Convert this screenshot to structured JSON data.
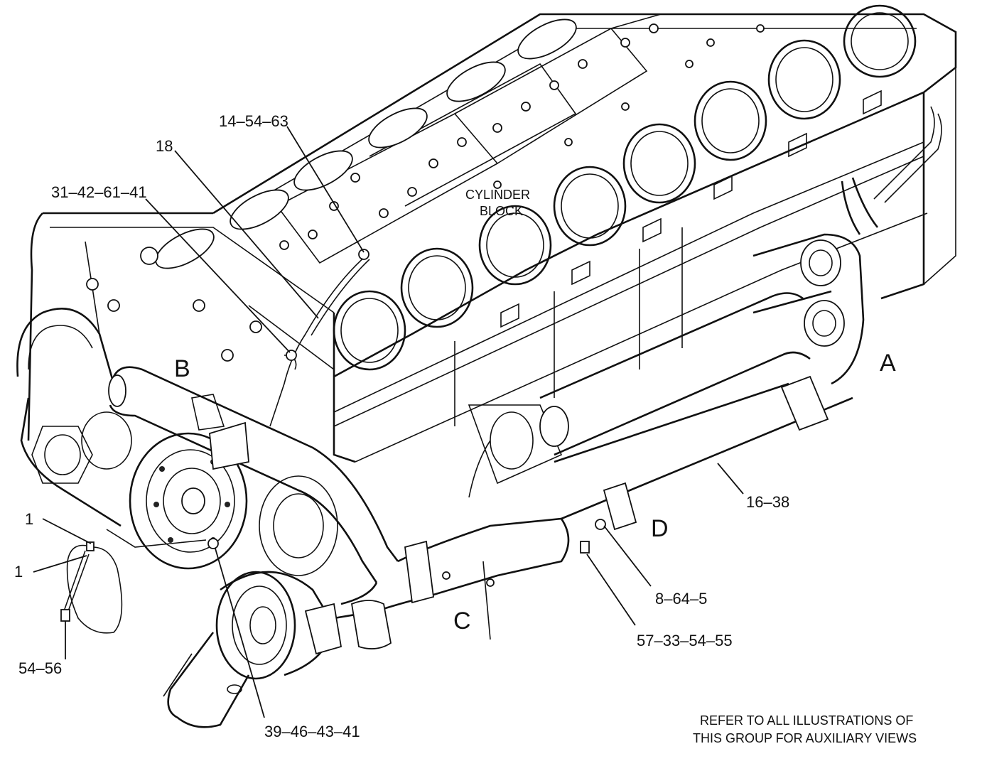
{
  "callouts": {
    "c_14_54_63": "14–54–63",
    "c_18": "18",
    "c_31_42_61_41": "31–42–61–41",
    "c_1_a": "1",
    "c_1_b": "1",
    "c_54_56": "54–56",
    "c_39_46_43_41": "39–46–43–41",
    "c_57_33_54_55": "57–33–54–55",
    "c_8_64_5": "8–64–5",
    "c_16_38": "16–38"
  },
  "view_letters": {
    "a": "A",
    "b": "B",
    "c": "C",
    "d": "D"
  },
  "part_label": {
    "line1": "CYLINDER",
    "line2": "BLOCK"
  },
  "note": {
    "line1": "REFER TO ALL ILLUSTRATIONS OF",
    "line2": "THIS GROUP FOR AUXILIARY VIEWS"
  }
}
